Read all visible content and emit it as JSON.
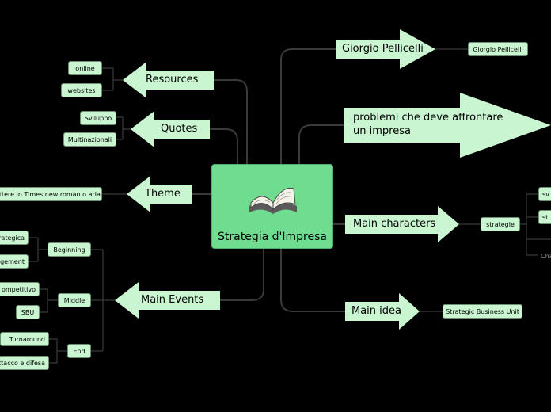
{
  "center": {
    "title": "Strategia d'Impresa",
    "icon": "open-book-icon"
  },
  "branches": {
    "resources": "Resources",
    "quotes": "Quotes",
    "theme": "Theme",
    "main_events": "Main Events",
    "giorgio": "Giorgio Pellicelli",
    "problemi_line1": "problemi che deve affrontare",
    "problemi_line2": "un impresa",
    "main_characters": "Main characters",
    "main_idea": "Main idea"
  },
  "leaves": {
    "online": "online",
    "websites": "websites",
    "sviluppo": "Sviluppo",
    "multinazionali": "Multinazionali",
    "theme_font": "ttere in Times new roman o arial",
    "beginning": "Beginning",
    "middle": "Middle",
    "end": "End",
    "strategica": "trategica",
    "gement": "gement",
    "competitivo": "ompetitivo",
    "sbu": "SBU",
    "turnaround": "Turnaround",
    "attacco": "ttacco e difesa",
    "giorgio_leaf": "Giorgio Pellicelli",
    "strategie": "strategie",
    "sv": "sv",
    "st": "st",
    "cha": "Cha",
    "strategic_business_unit": "Strategic Business Unit"
  },
  "colors": {
    "background": "#000000",
    "node": "#c9f5d0",
    "center": "#6fdc8f",
    "line": "#3a3a3a"
  }
}
